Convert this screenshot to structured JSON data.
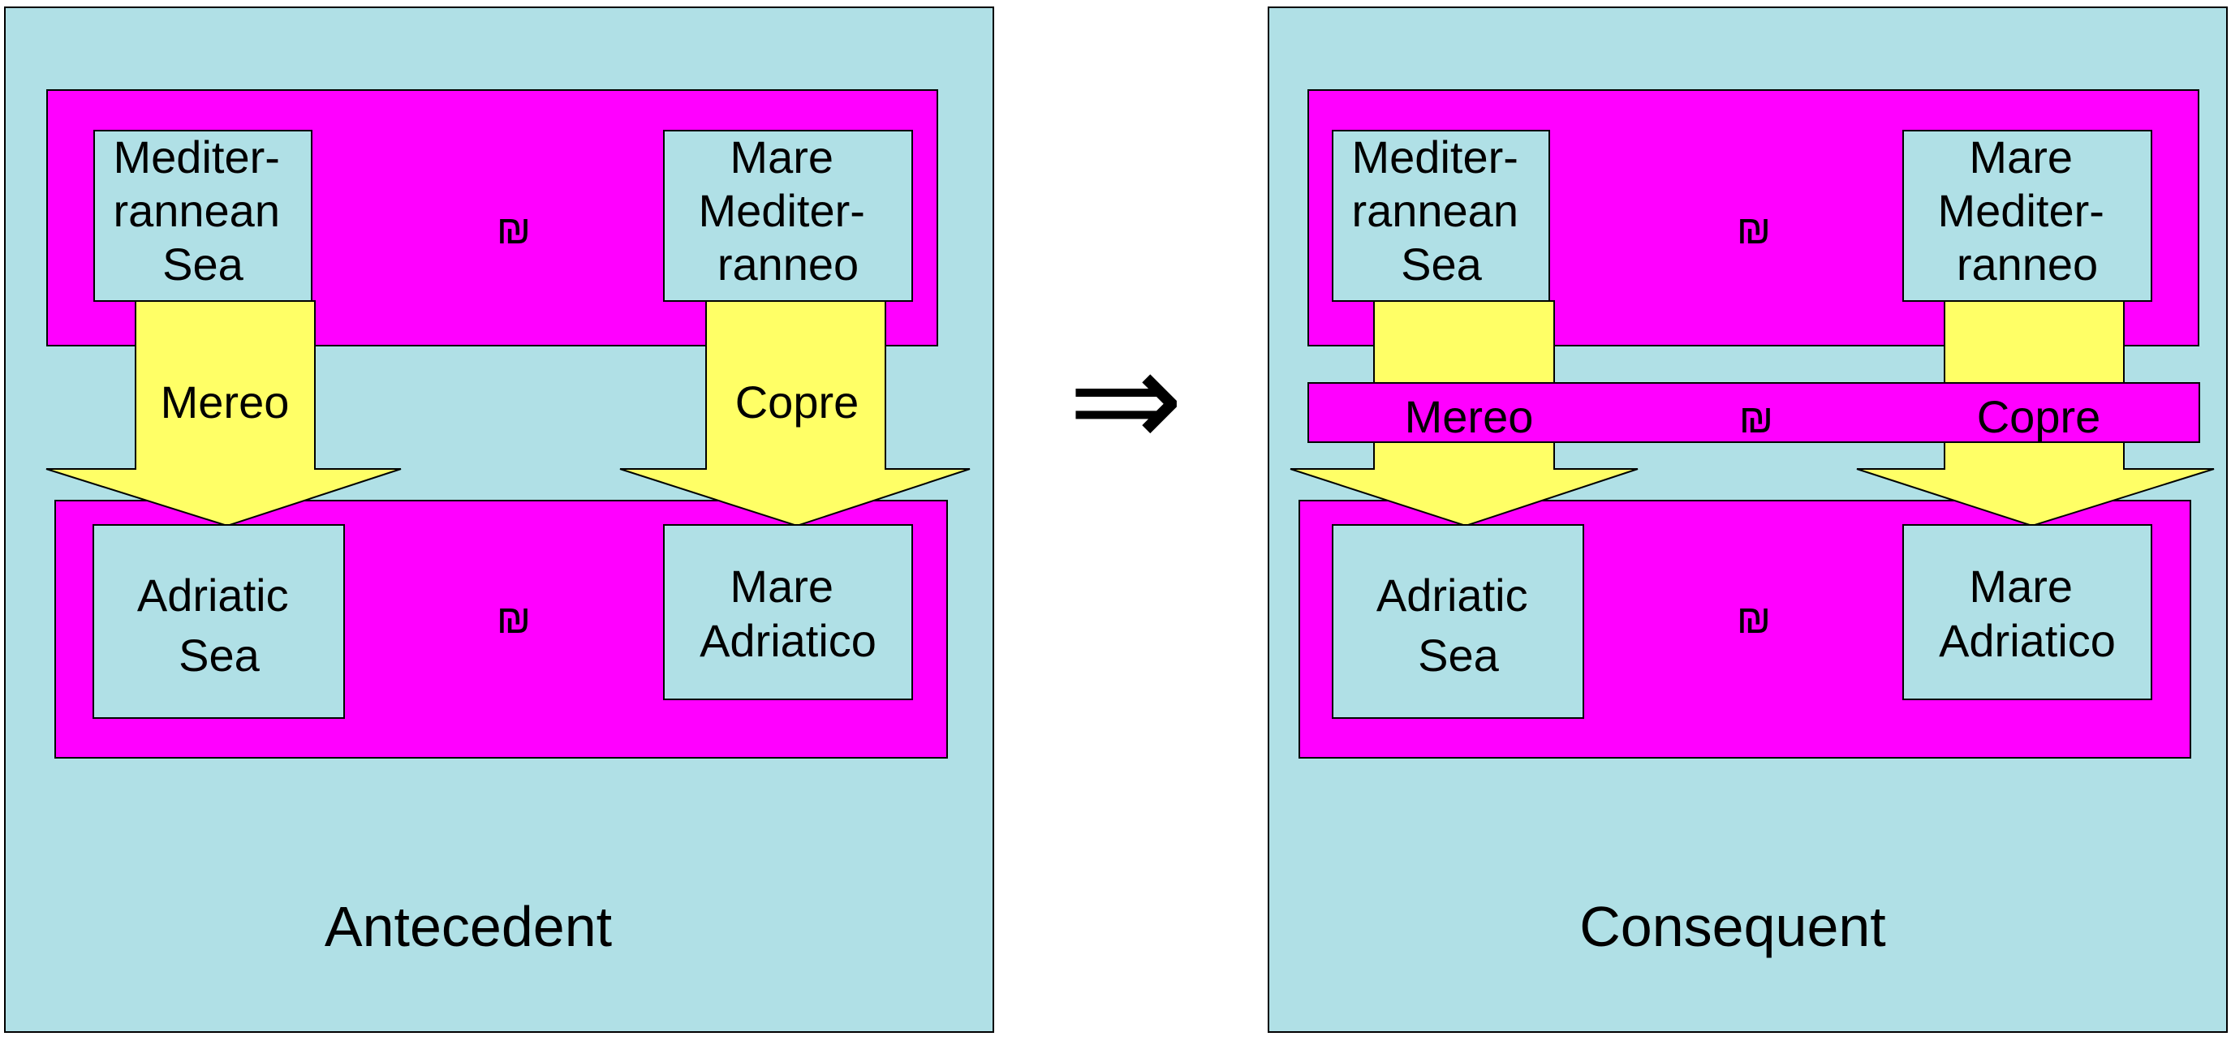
{
  "colors": {
    "panel_bg": "#b0e0e6",
    "group_bg": "#ff00ff",
    "arrow_fill": "#ffff66",
    "outline": "#000000",
    "page_bg": "#ffffff"
  },
  "implies_symbol": "⇒",
  "panels": [
    {
      "caption": "Antecedent",
      "top_group": {
        "left_box": [
          "Mediter-",
          "rannean",
          "Sea"
        ],
        "right_box": [
          "Mare",
          "Mediter-",
          "ranneo"
        ],
        "relation_symbol": "₪"
      },
      "bottom_group": {
        "left_box": [
          "Adriatic",
          "Sea"
        ],
        "right_box": [
          "Mare",
          "Adriatico"
        ],
        "relation_symbol": "₪"
      },
      "left_arrow_label": "Mereo",
      "right_arrow_label": "Copre"
    },
    {
      "caption": "Consequent",
      "top_group": {
        "left_box": [
          "Mediter-",
          "rannean",
          "Sea"
        ],
        "right_box": [
          "Mare",
          "Mediter-",
          "ranneo"
        ],
        "relation_symbol": "₪"
      },
      "bottom_group": {
        "left_box": [
          "Adriatic",
          "Sea"
        ],
        "right_box": [
          "Mare",
          "Adriatico"
        ],
        "relation_symbol": "₪"
      },
      "middle_bar": {
        "left_label": "Mereo",
        "symbol": "₪",
        "right_label": "Copre"
      }
    }
  ]
}
